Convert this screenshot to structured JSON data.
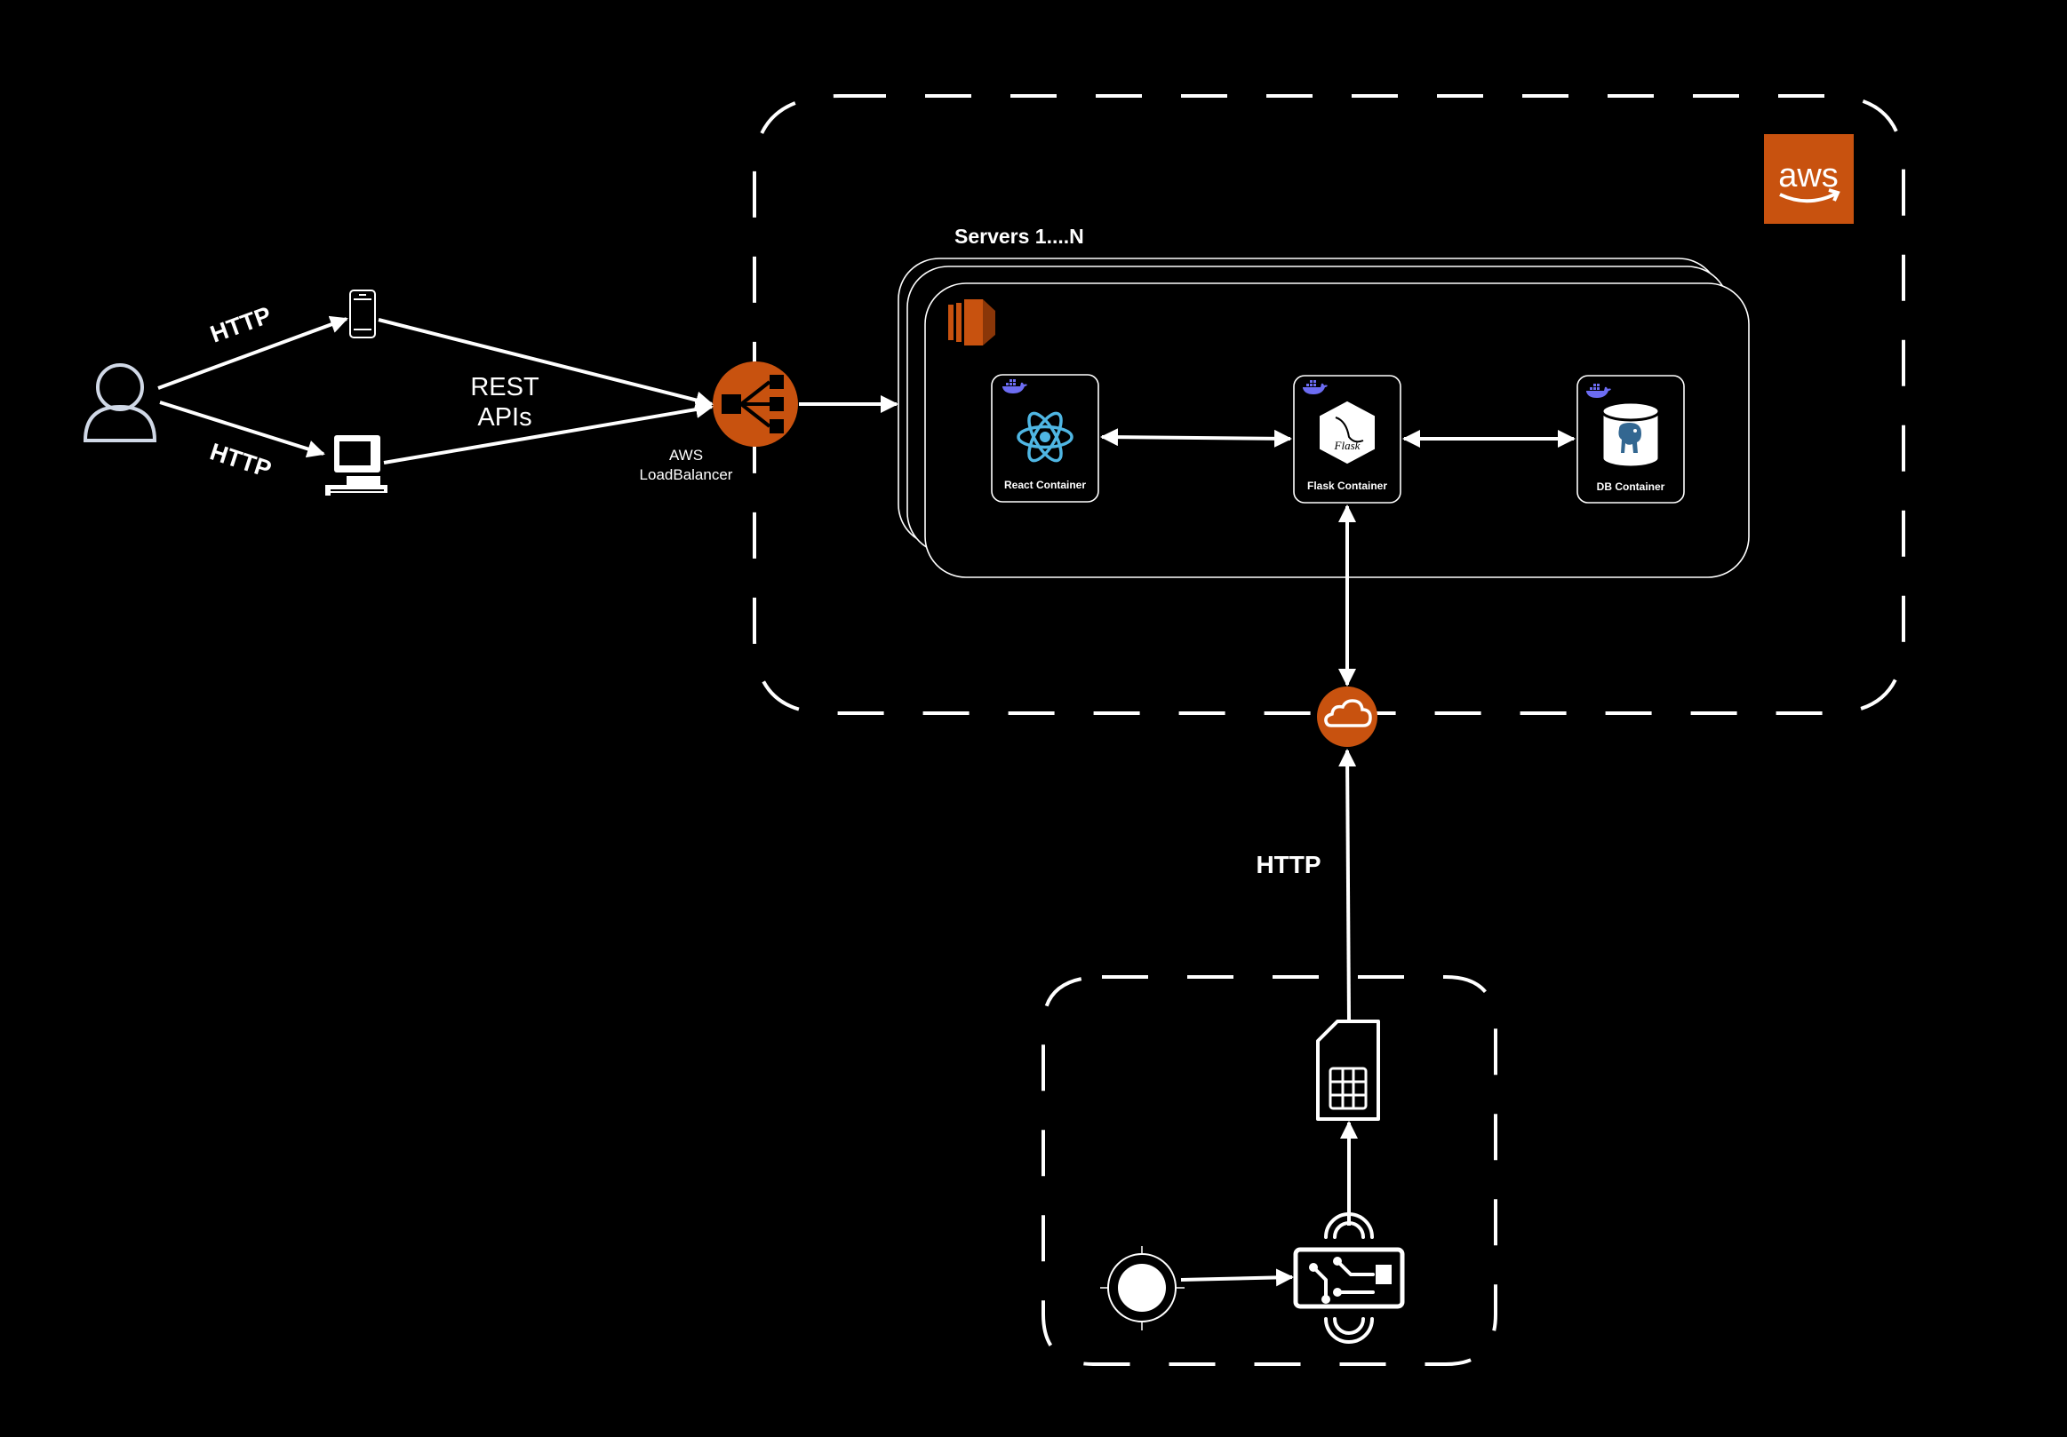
{
  "labels": {
    "http_to_phone": "HTTP",
    "http_to_desktop": "HTTP",
    "rest_line1": "REST",
    "rest_line2": "APIs",
    "lb_line1": "AWS",
    "lb_line2": "LoadBalancer",
    "servers": "Servers 1....N",
    "react": "React Container",
    "flask": "Flask Container",
    "db": "DB Container",
    "flask_logo_text": "Flask",
    "http_device": "HTTP",
    "aws_logo_text": "aws"
  },
  "colors": {
    "background": "#000000",
    "aws_orange": "#C8520F",
    "line": "#FFFFFF",
    "react_blue": "#4FB6E3",
    "docker_purple": "#6C6CF2",
    "postgres_blue": "#336791"
  },
  "icons": {
    "user": "user-icon",
    "phone": "mobile-phone-icon",
    "desktop": "desktop-computer-icon",
    "load_balancer": "aws-elastic-load-balancer-icon",
    "ec2": "aws-ec2-icon",
    "docker": "docker-whale-icon",
    "react": "react-atom-icon",
    "flask": "flask-logo-icon",
    "postgres": "postgresql-database-icon",
    "gateway": "internet-gateway-cloud-icon",
    "sim": "sim-card-icon",
    "sensor": "sensor-icon",
    "board": "rfid-circuit-board-icon",
    "aws_logo": "aws-logo-icon"
  }
}
